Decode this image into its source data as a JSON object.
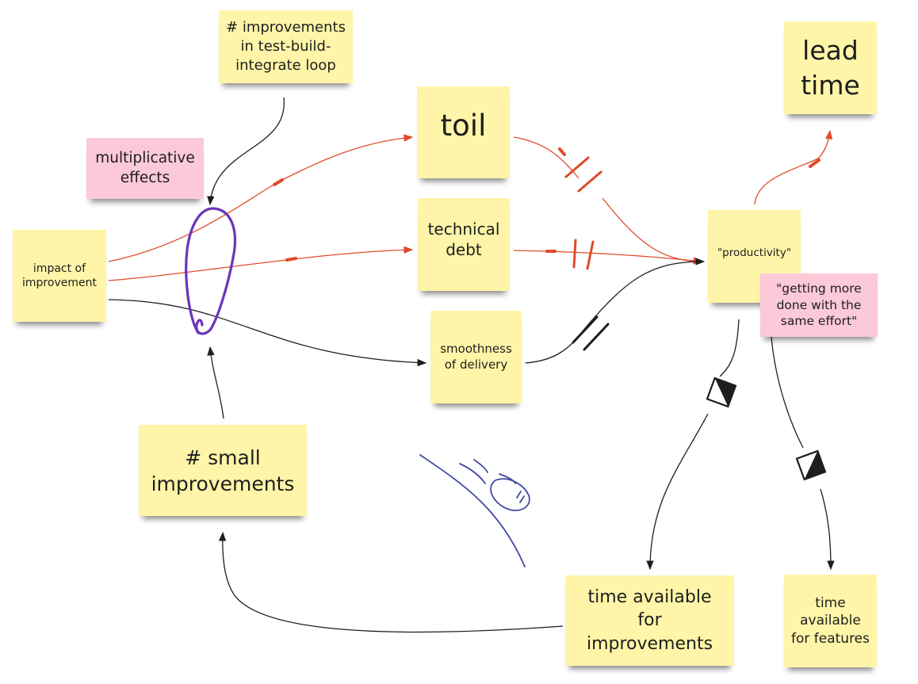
{
  "board": {
    "colors": {
      "note_yellow": "#fff5a8",
      "note_pink": "#fbc9d8",
      "link_red": "#e04a2a",
      "link_black": "#1e1e1e",
      "loop_purple": "#6b35b8",
      "sketch_blue": "#3f4aa0"
    },
    "notes": {
      "improvements_loop": "# improvements\nin test-build-\nintegrate loop",
      "multiplicative": "multiplicative\neffects",
      "impact": "impact of\nimprovement",
      "toil": "toil",
      "tech_debt": "technical\ndebt",
      "smoothness": "smoothness\nof delivery",
      "productivity": "\"productivity\"",
      "getting_more": "\"getting more\ndone with the\nsame effort\"",
      "lead_time": "lead\ntime",
      "small_improvements": "# small\nimprovements",
      "time_improvements": "time available\nfor\nimprovements",
      "time_features": "time\navailable\nfor features"
    },
    "markers": {
      "delay": "delay-mark-icon",
      "half_filled": "half-filled-square-icon",
      "loop": "reinforcing-loop-icon",
      "sketch": "snowball-sketch-icon"
    }
  }
}
